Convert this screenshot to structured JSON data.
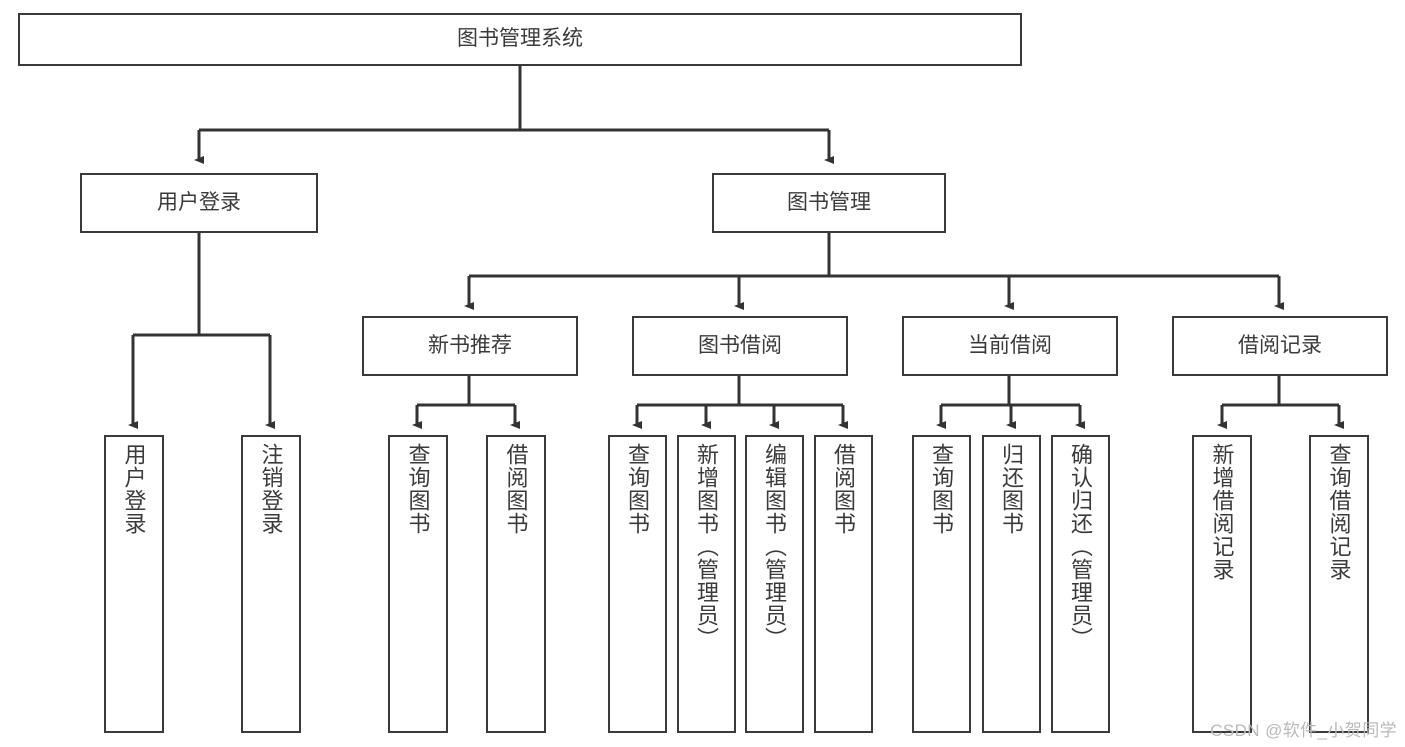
{
  "diagram": {
    "title": "图书管理系统",
    "watermark": "CSDN @软件_小贺同学",
    "colors": {
      "border": "#3a3a3a",
      "text": "#3b3b3b",
      "background": "#ffffff",
      "edge": "#333333",
      "watermark": "#b9b9b9"
    },
    "root": {
      "label": "图书管理系统"
    },
    "level1": [
      {
        "label": "用户登录"
      },
      {
        "label": "图书管理"
      }
    ],
    "level2": [
      {
        "label": "新书推荐"
      },
      {
        "label": "图书借阅"
      },
      {
        "label": "当前借阅"
      },
      {
        "label": "借阅记录"
      }
    ],
    "leaves": {
      "user_login": [
        {
          "label": "用户登录"
        },
        {
          "label": "注销登录"
        }
      ],
      "new_book_recommend": [
        {
          "label": "查询图书"
        },
        {
          "label": "借阅图书"
        }
      ],
      "book_borrow": [
        {
          "label": "查询图书"
        },
        {
          "label": "新增图书（管理员）"
        },
        {
          "label": "编辑图书（管理员）"
        },
        {
          "label": "借阅图书"
        }
      ],
      "current_borrow": [
        {
          "label": "查询图书"
        },
        {
          "label": "归还图书"
        },
        {
          "label": "确认归还（管理员）"
        }
      ],
      "borrow_record": [
        {
          "label": "新增借阅记录"
        },
        {
          "label": "查询借阅记录"
        }
      ]
    }
  }
}
